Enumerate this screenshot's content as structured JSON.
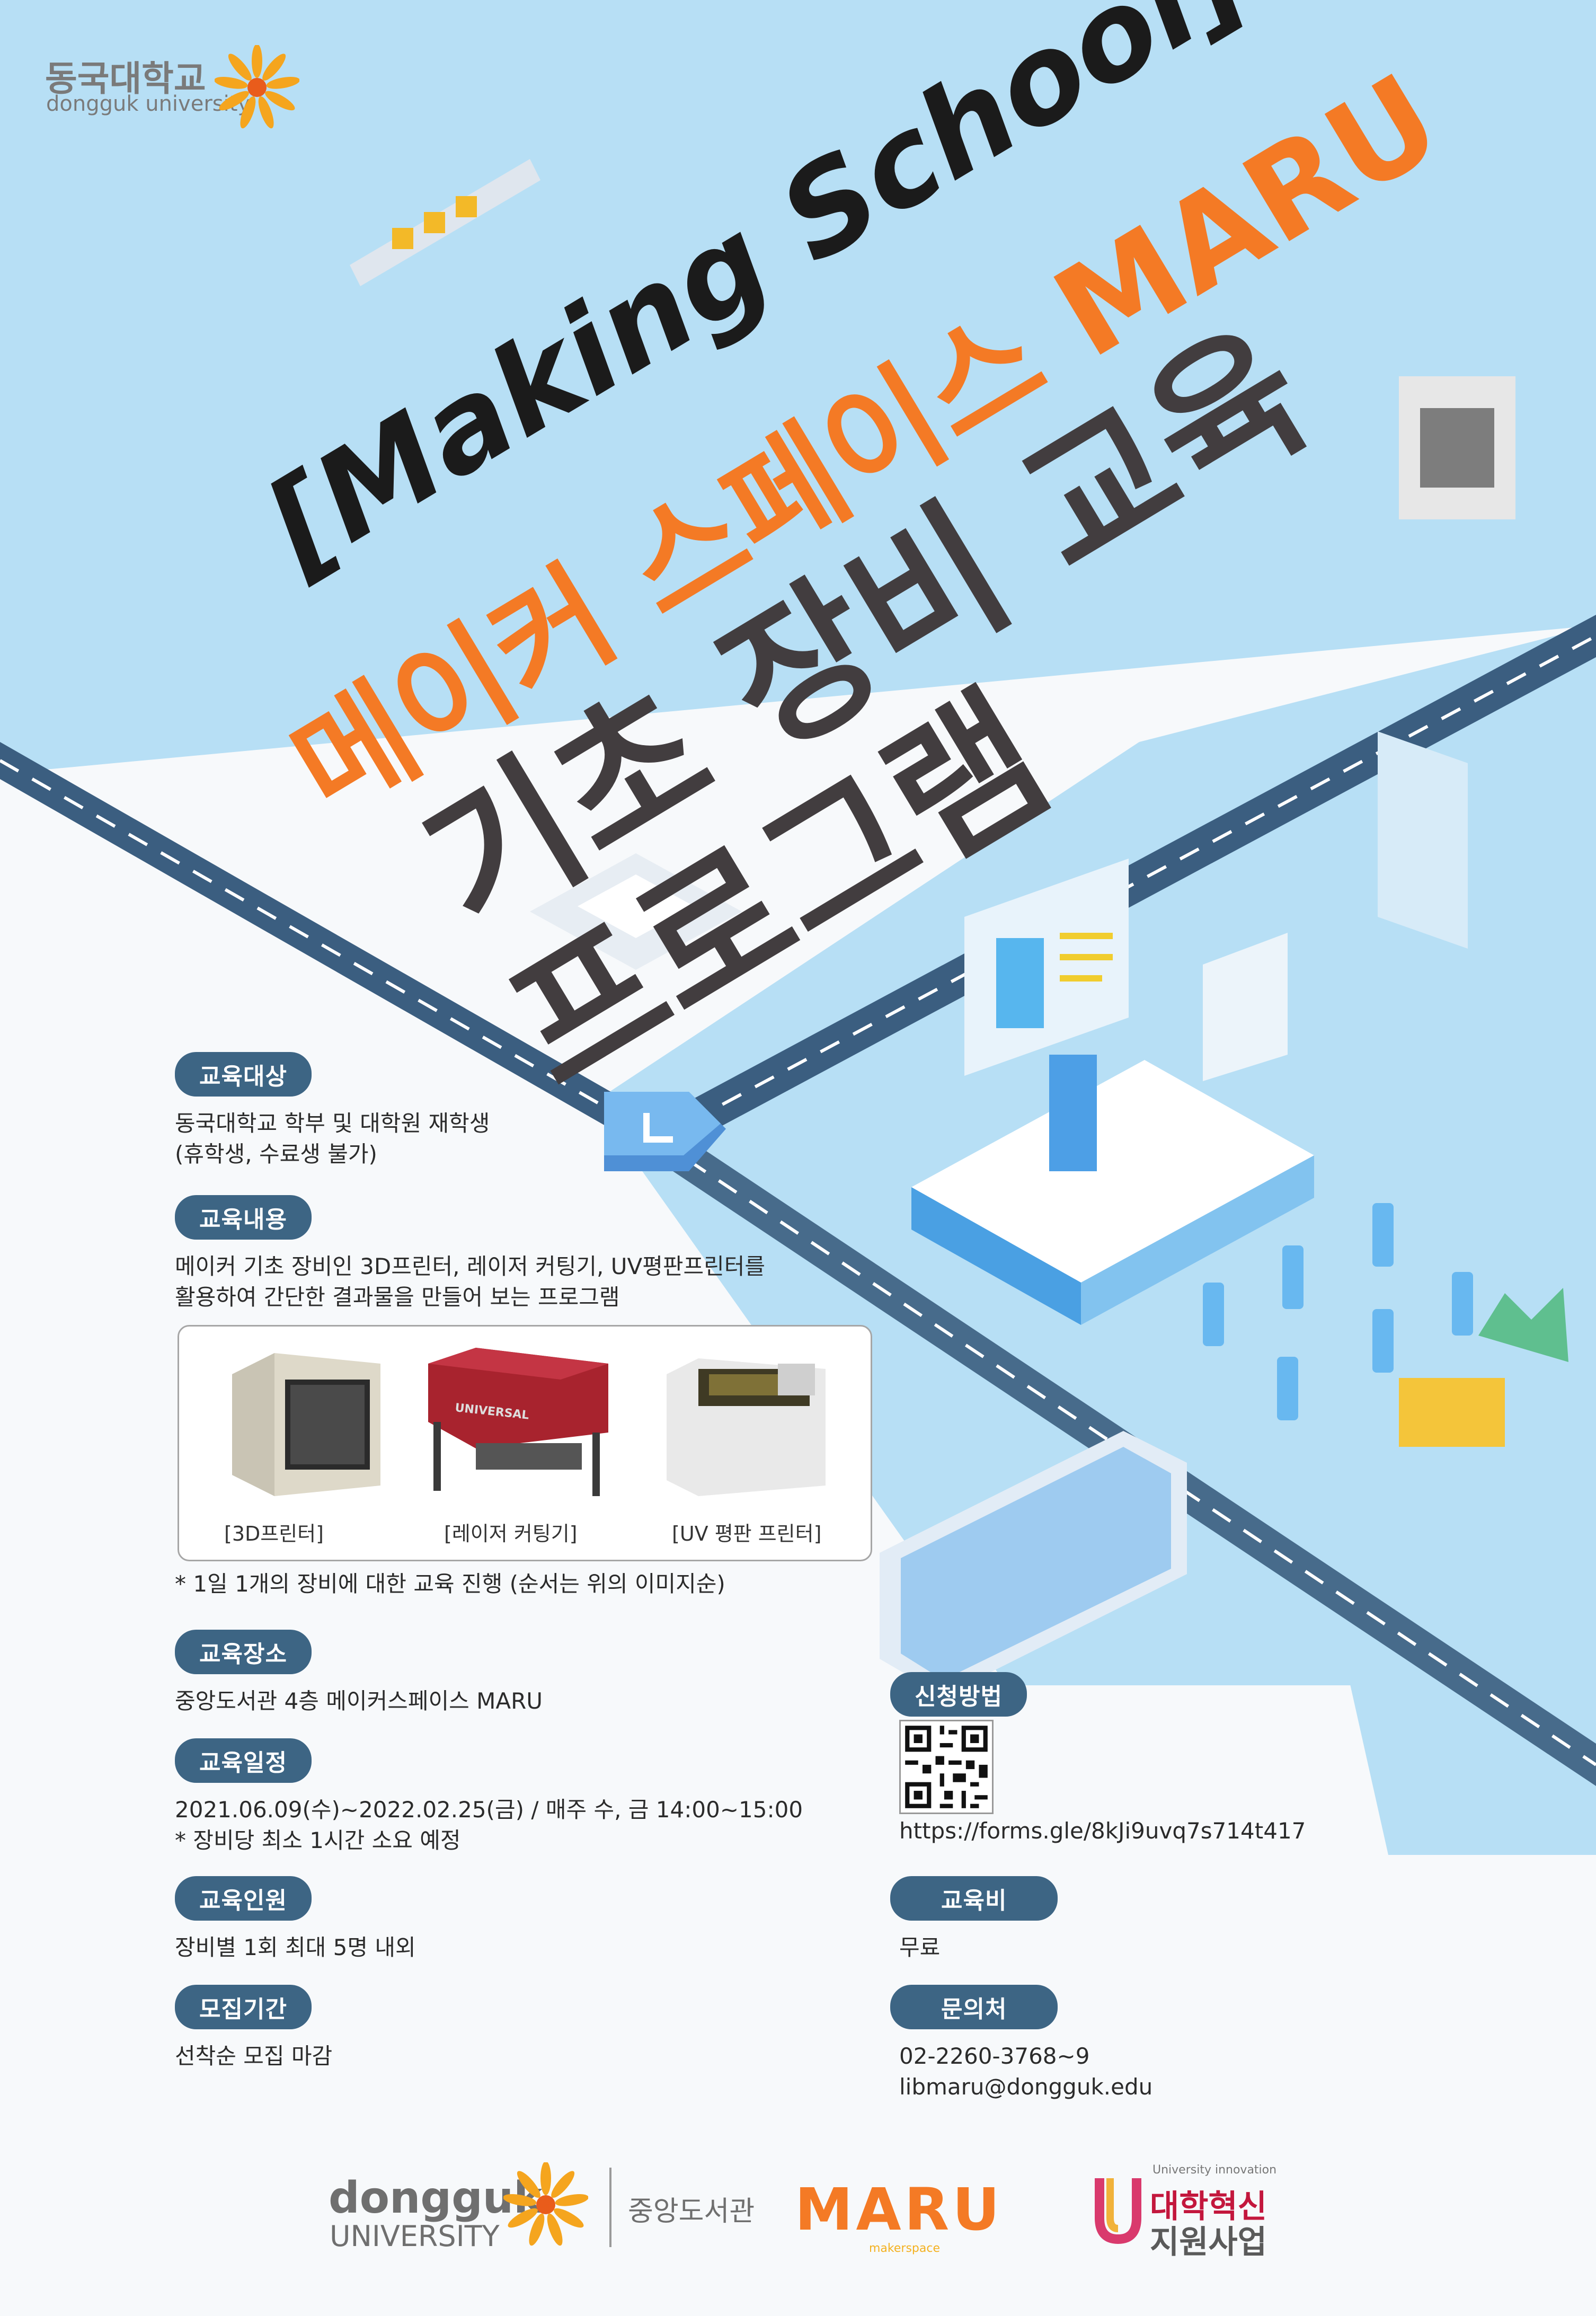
{
  "header": {
    "university_ko": "동국대학교",
    "university_en": "dongguk university"
  },
  "title": {
    "line1": "[Making School]",
    "line2": "메이커 스페이스 MARU",
    "line3": "기초 장비 교육",
    "line4": "프로그램"
  },
  "sections": {
    "target": {
      "label": "교육대상",
      "lines": [
        "동국대학교 학부 및 대학원 재학생",
        "(휴학생, 수료생 불가)"
      ]
    },
    "content": {
      "label": "교육내용",
      "lines": [
        "메이커 기초 장비인 3D프린터, 레이저 커팅기, UV평판프린터를",
        "활용하여 간단한 결과물을 만들어 보는 프로그램"
      ]
    },
    "place": {
      "label": "교육장소",
      "lines": [
        "중앙도서관 4층 메이커스페이스 MARU"
      ]
    },
    "schedule": {
      "label": "교육일정",
      "lines": [
        "2021.06.09(수)~2022.02.25(금) / 매주 수, 금 14:00~15:00",
        "* 장비당 최소 1시간 소요 예정"
      ]
    },
    "capacity": {
      "label": "교육인원",
      "lines": [
        "장비별 1회 최대 5명 내외"
      ]
    },
    "period": {
      "label": "모집기간",
      "lines": [
        "선착순 모집 마감"
      ]
    }
  },
  "equipment": {
    "items": [
      "[3D프린터]",
      "[레이저 커팅기]",
      "[UV 평판 프린터]"
    ],
    "laser_brand": "UNIVERSAL",
    "note": "* 1일 1개의 장비에 대한 교육 진행 (순서는 위의 이미지순)"
  },
  "apply": {
    "label": "신청방법",
    "url": "https://forms.gle/8kJi9uvq7s714t417"
  },
  "fee": {
    "label": "교육비",
    "value": "무료"
  },
  "contact": {
    "label": "문의처",
    "phone": "02-2260-3768~9",
    "email": "libmaru@dongguk.edu"
  },
  "footer": {
    "dongguk": "dongguk",
    "university": "UNIVERSITY",
    "library": "중앙도서관",
    "maru": "MARU",
    "maru_sub": "makerspace",
    "innov_small": "University innovation",
    "innov_1": "대학혁신",
    "innov_2": "지원사업"
  },
  "colors": {
    "sky": "#b7dff5",
    "road": "#3b5e80",
    "orange": "#f47a25",
    "pill": "#3d6584"
  }
}
